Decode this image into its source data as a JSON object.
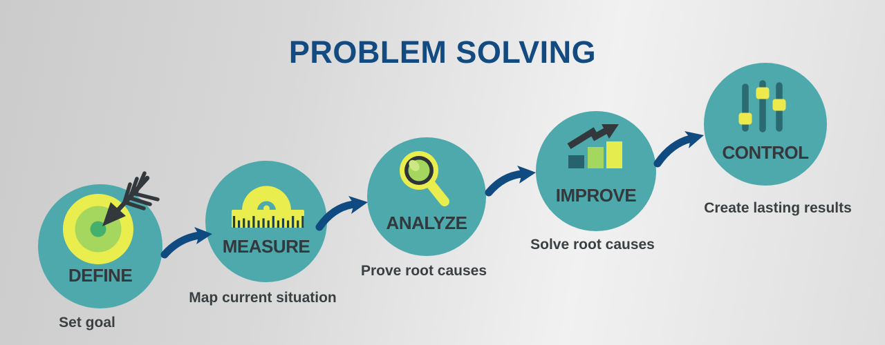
{
  "title": "PROBLEM SOLVING",
  "steps": [
    {
      "label": "DEFINE",
      "caption": "Set goal",
      "icon": "target-icon"
    },
    {
      "label": "MEASURE",
      "caption": "Map current situation",
      "icon": "protractor-ruler-icon"
    },
    {
      "label": "ANALYZE",
      "caption": "Prove root causes",
      "icon": "magnifier-icon"
    },
    {
      "label": "IMPROVE",
      "caption": "Solve root causes",
      "icon": "rising-bar-chart-icon"
    },
    {
      "label": "CONTROL",
      "caption": "Create lasting results",
      "icon": "sliders-icon"
    }
  ],
  "colors": {
    "title_navy": "#134a80",
    "arrow_navy": "#0f4a80",
    "circle_teal": "#4ea9ad",
    "icon_yellow": "#e9ee4e",
    "icon_light_green": "#a5d75e",
    "icon_mid_green": "#45b06b",
    "icon_dark_teal": "#2b6a70",
    "icon_charcoal": "#33383c",
    "background_gray": "#dcdcdc"
  }
}
